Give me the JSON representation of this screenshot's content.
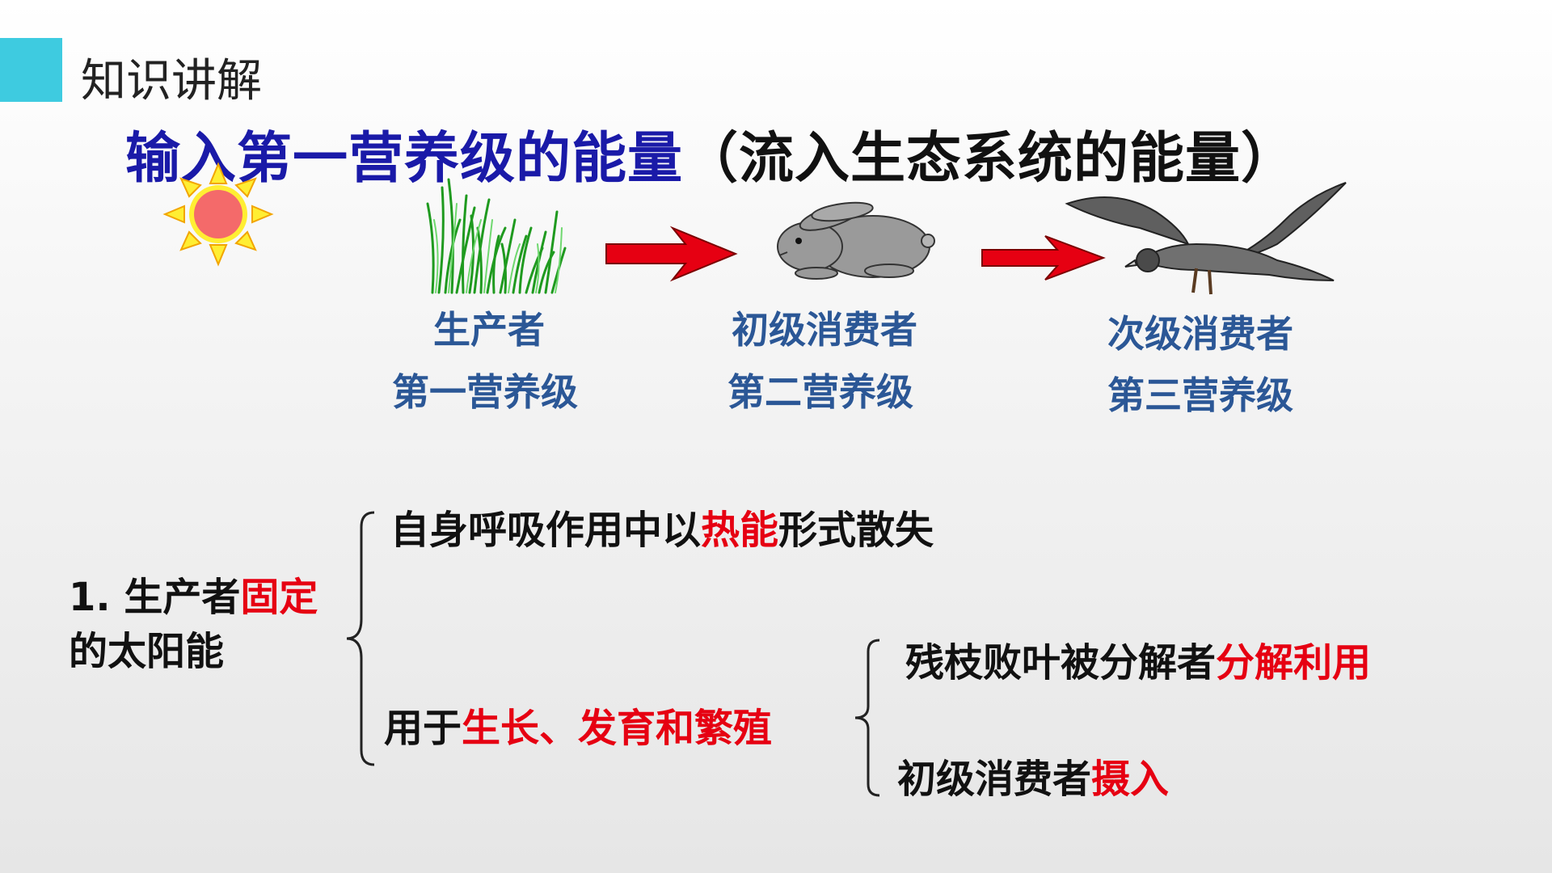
{
  "header": {
    "section_label": "知识讲解",
    "accent_color": "#3ecbe0"
  },
  "title": {
    "part1": "输入第一营养级的能量",
    "part2": "（流入生态系统的能量）",
    "part1_color": "#1a1aa8"
  },
  "food_chain": {
    "label_color": "#2b5796",
    "arrow_color": "#e60012",
    "stages": [
      {
        "icon": "grass-icon",
        "role": "生产者",
        "level": "第一营养级"
      },
      {
        "icon": "rabbit-icon",
        "role": "初级消费者",
        "level": "第二营养级"
      },
      {
        "icon": "eagle-icon",
        "role": "次级消费者",
        "level": "第三营养级"
      }
    ]
  },
  "energy_flow": {
    "source_line1_pre": "1. 生产者",
    "source_line1_red": "固定",
    "source_line2": "的太阳能",
    "branch1_pre": "自身呼吸作用中以",
    "branch1_red": "热能",
    "branch1_post": "形式散失",
    "branch2_pre": "用于",
    "branch2_red": "生长、发育和繁殖",
    "sub1_pre": "残枝败叶被分解者",
    "sub1_red": "分解利用",
    "sub2_pre": "初级消费者",
    "sub2_red": "摄入",
    "highlight_color": "#e60012"
  }
}
